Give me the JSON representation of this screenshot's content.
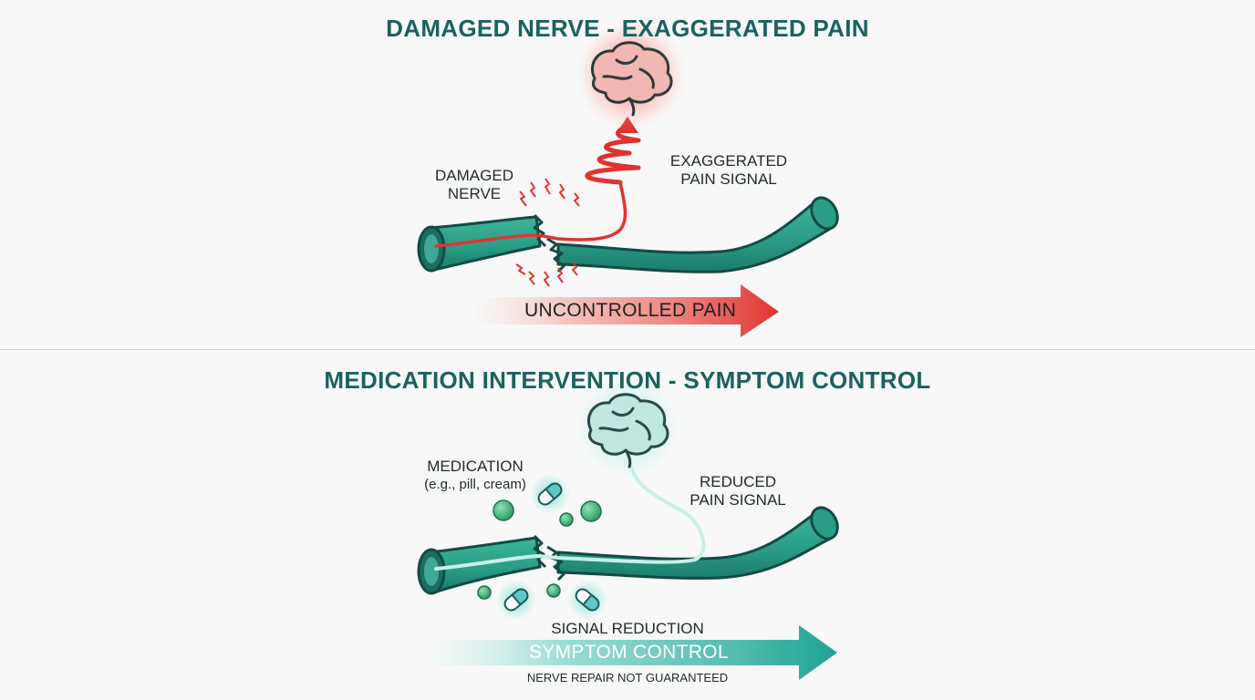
{
  "top_panel": {
    "title": "DAMAGED NERVE - EXAGGERATED PAIN",
    "damaged_nerve_label": [
      "DAMAGED",
      "NERVE"
    ],
    "signal_label": [
      "EXAGGERATED",
      "PAIN SIGNAL"
    ],
    "arrow_label": "UNCONTROLLED PAIN"
  },
  "bottom_panel": {
    "title": "MEDICATION INTERVENTION - SYMPTOM CONTROL",
    "medication_label": "MEDICATION",
    "medication_sub": "(e.g., pill, cream)",
    "signal_label": [
      "REDUCED",
      "PAIN SIGNAL"
    ],
    "reduction_label": "SIGNAL REDUCTION",
    "arrow_label": "SYMPTOM CONTROL",
    "footnote": "NERVE REPAIR NOT GUARANTEED"
  },
  "colors": {
    "title": "#1b625f",
    "nerve": "#2a9d86",
    "nerve_dark": "#134a45",
    "pain": "#e0332f",
    "calm": "#43c7b3",
    "pill": "#3fbf8e"
  },
  "icons": [
    "brain-icon",
    "lightning-spark-icon",
    "pill-capsule-icon",
    "medication-dot-icon"
  ]
}
